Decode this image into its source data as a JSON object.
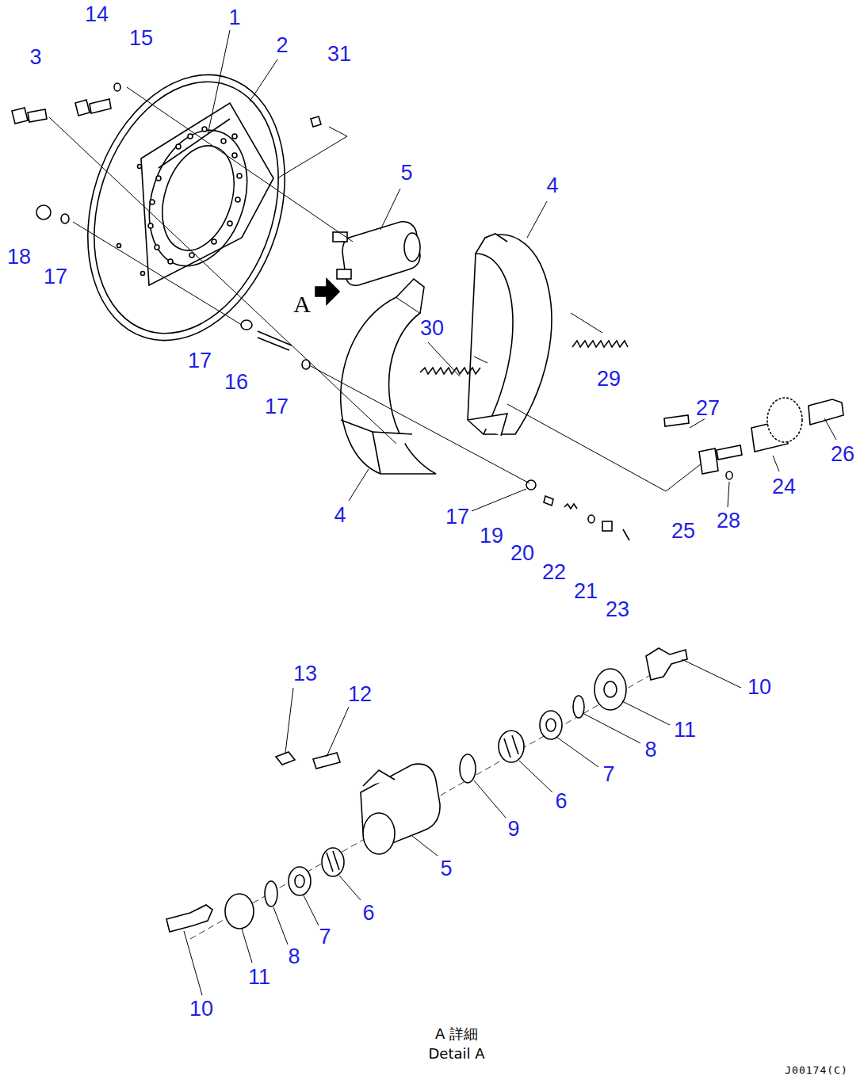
{
  "diagram": {
    "labels": [
      "14",
      "15",
      "3",
      "1",
      "2",
      "31",
      "5",
      "4",
      "A",
      "30",
      "29",
      "18",
      "17",
      "17",
      "16",
      "17",
      "27",
      "26",
      "4",
      "24",
      "17",
      "19",
      "20",
      "22",
      "21",
      "23",
      "25",
      "28",
      "13",
      "12",
      "10",
      "11",
      "8",
      "7",
      "6",
      "9",
      "5",
      "6",
      "7",
      "8",
      "11",
      "10",
      "A 詳細",
      "Detail A",
      "J00174(C)"
    ]
  }
}
